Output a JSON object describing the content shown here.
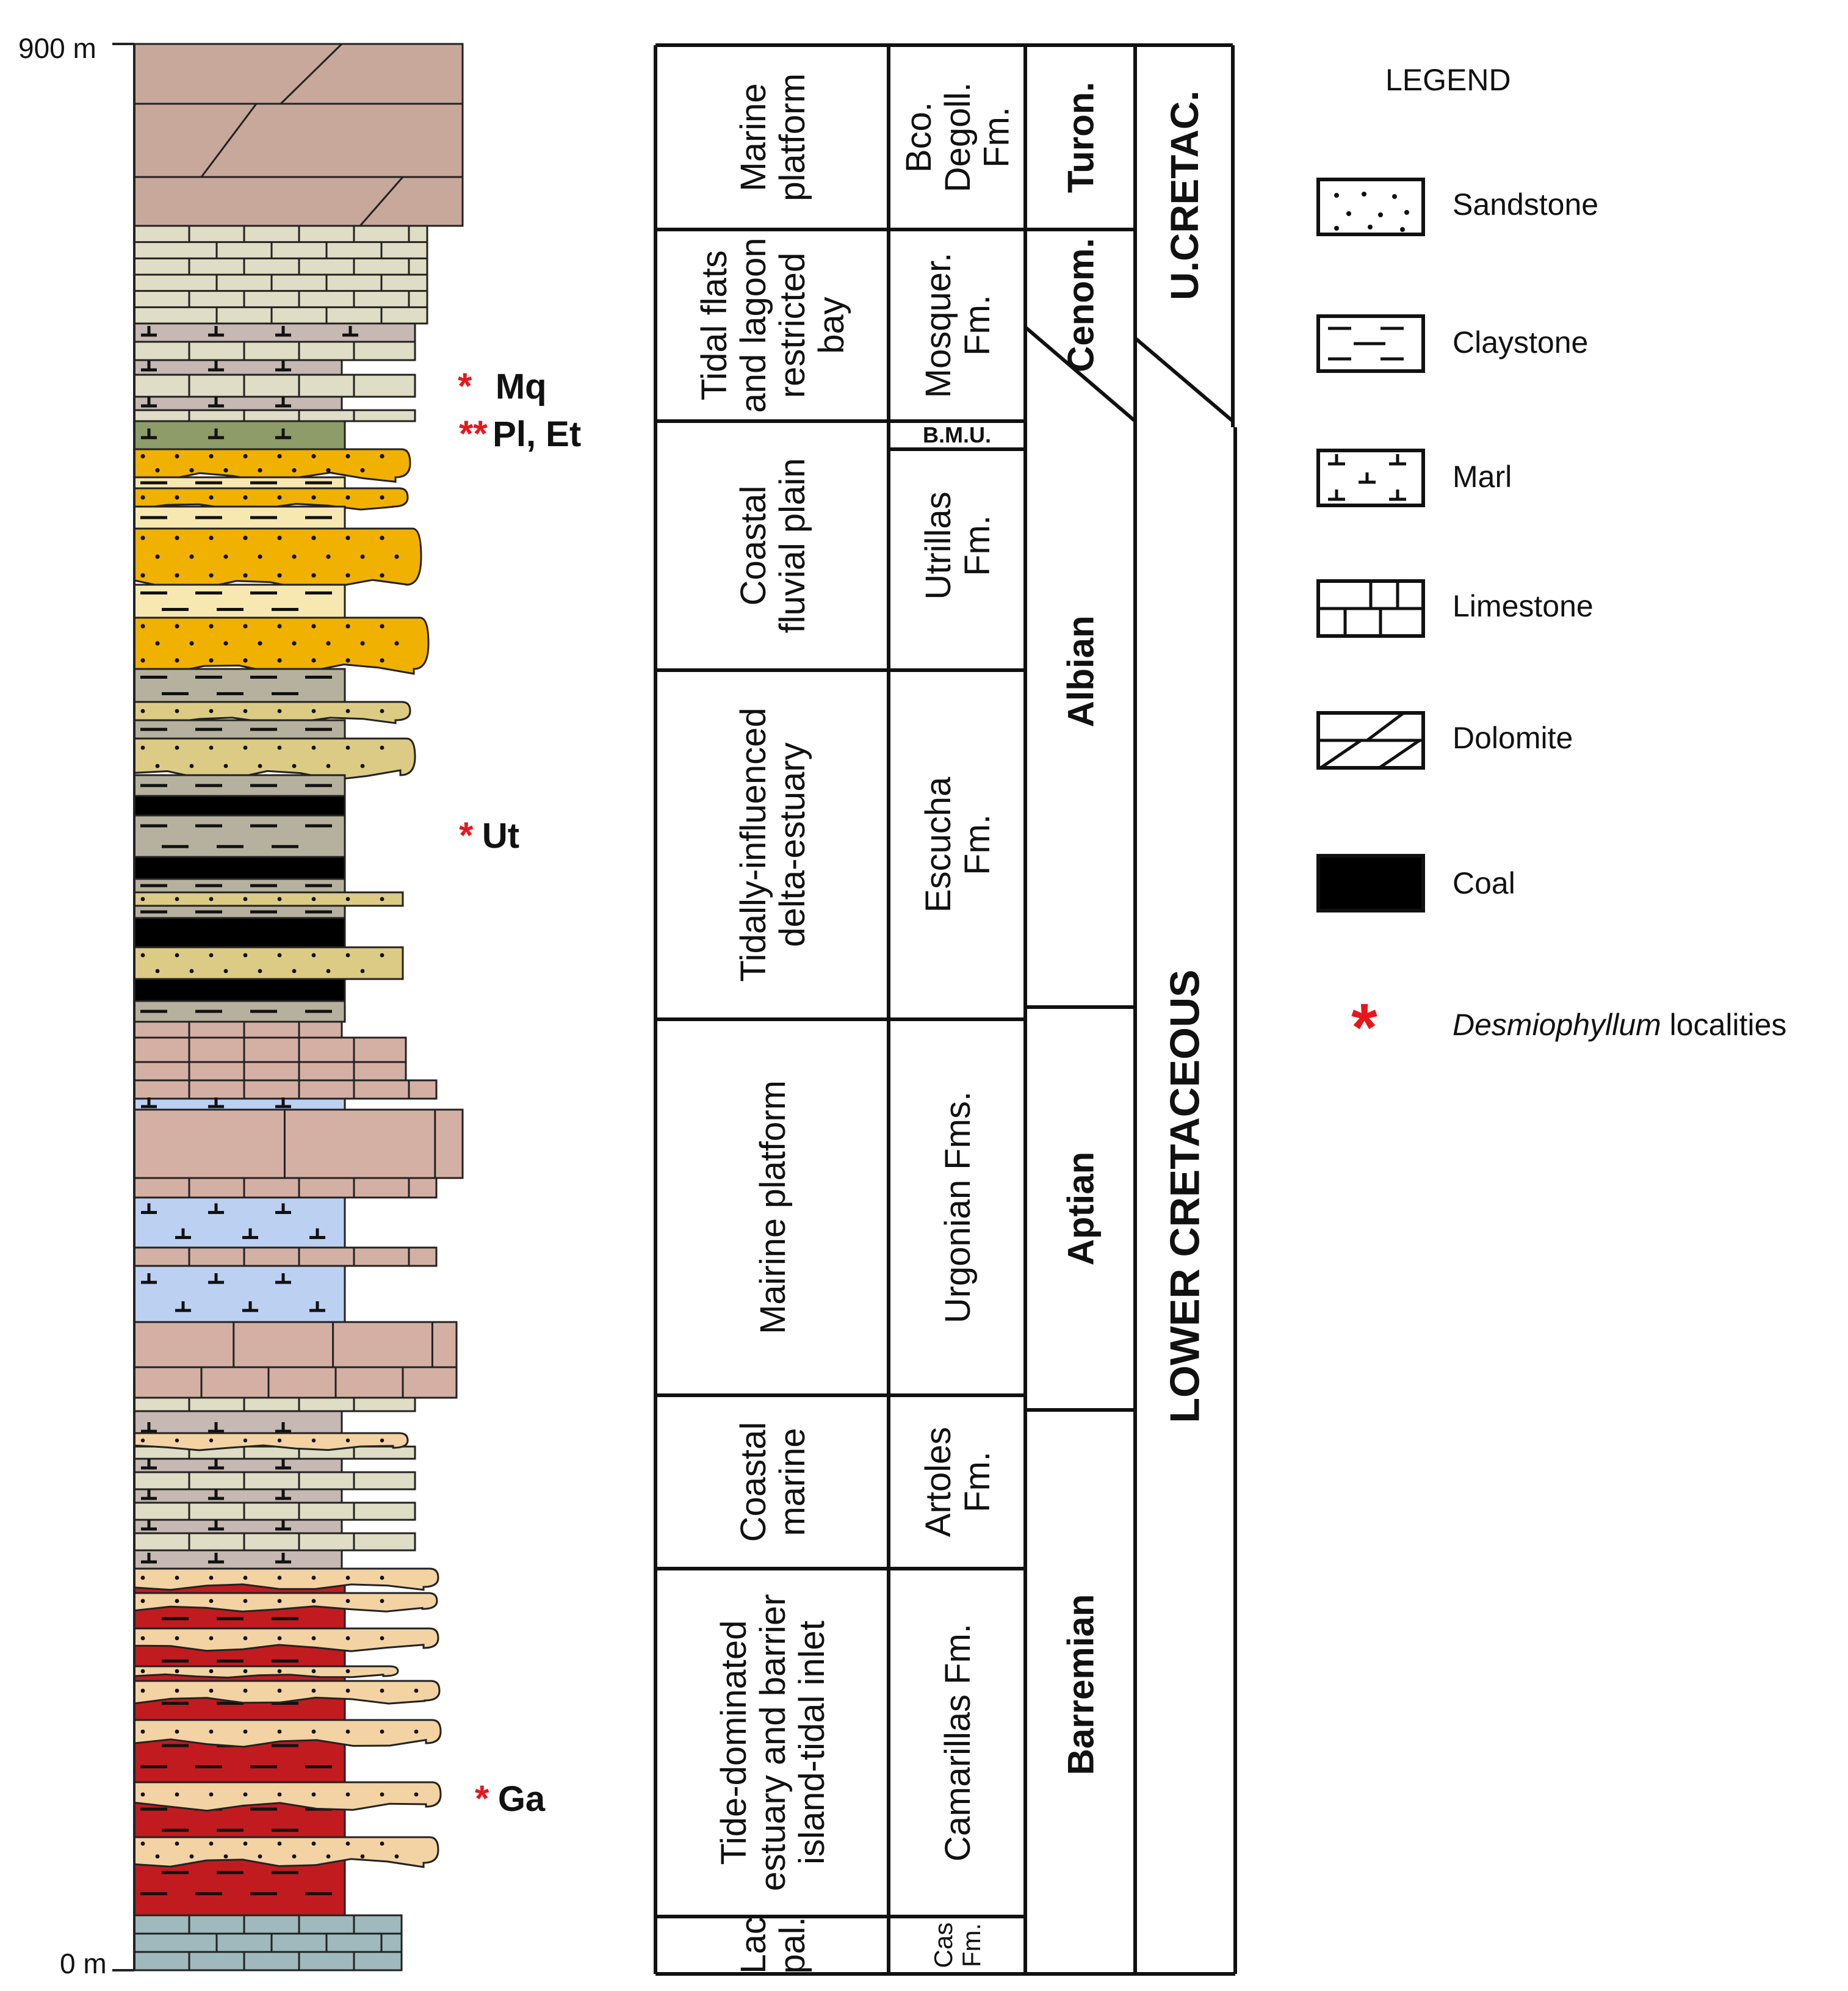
{
  "scale": {
    "top": "900 m",
    "bottom": "0 m"
  },
  "localities": [
    {
      "stars": "*",
      "label": "Mq"
    },
    {
      "stars": "**",
      "label": "Pl, Et"
    },
    {
      "stars": "*",
      "label": "Ut"
    },
    {
      "stars": "*",
      "label": "Ga"
    }
  ],
  "environments": [
    {
      "lines": [
        "Marine",
        "platform"
      ]
    },
    {
      "lines": [
        "Tidal flats",
        "and lagoon",
        "restricted",
        "bay"
      ]
    },
    {
      "lines": [
        "Coastal",
        "fluvial plain"
      ]
    },
    {
      "lines": [
        "Tidally-influenced",
        "delta-estuary"
      ]
    },
    {
      "lines": [
        "Mairine platform"
      ]
    },
    {
      "lines": [
        "Coastal",
        "marine"
      ]
    },
    {
      "lines": [
        "Tide-dominated",
        "estuary and barrier",
        "island-tidal inlet"
      ]
    },
    {
      "lines": [
        "Lac",
        "pal."
      ]
    }
  ],
  "formations": [
    {
      "lines": [
        "Bco.",
        "Degoll.",
        "Fm."
      ]
    },
    {
      "lines": [
        "Mosquer.",
        "Fm."
      ]
    },
    {
      "lines": [
        "B.M.U."
      ]
    },
    {
      "lines": [
        "Utrillas",
        "Fm."
      ]
    },
    {
      "lines": [
        "Escucha",
        "Fm."
      ]
    },
    {
      "lines": [
        "Urgonian Fms."
      ]
    },
    {
      "lines": [
        "Artoles",
        "Fm."
      ]
    },
    {
      "lines": [
        "Camarillas Fm."
      ]
    },
    {
      "lines": [
        "Cas",
        "Fm."
      ]
    }
  ],
  "stages": [
    "Turon.",
    "Cenom.",
    "Albian",
    "Aptian",
    "Barremian"
  ],
  "series": [
    "U.CRETAC.",
    "LOWER CRETACEOUS"
  ],
  "legend": {
    "title": "LEGEND",
    "items": [
      {
        "label": "Sandstone",
        "icon": "sandstone-pattern"
      },
      {
        "label": "Claystone",
        "icon": "claystone-pattern"
      },
      {
        "label": "Marl",
        "icon": "marl-pattern"
      },
      {
        "label": "Limestone",
        "icon": "limestone-pattern"
      },
      {
        "label": "Dolomite",
        "icon": "dolomite-pattern"
      },
      {
        "label": "Coal",
        "icon": "coal-fill"
      }
    ],
    "star_symbol": "*",
    "star_label_italic": "Desmiophyllum",
    "star_label_rest": " localities"
  },
  "colors": {
    "dolomite": "#c8a89a",
    "limestone_cream": "#e0ddc6",
    "marl_grey": "#c6b8b3",
    "marl_green": "#8d9c68",
    "sandstone_orange": "#f0b100",
    "claystone_cream": "#f7e8b2",
    "grey_claystone": "#b6b19e",
    "sand_tan": "#dccb85",
    "coal": "#000000",
    "limestone_pink": "#d4b0a4",
    "marl_blue": "#bcd0f2",
    "red_claystone": "#c11b20",
    "sand_peach": "#f3d3a4",
    "limestone_teal": "#9fb9bd",
    "star": "#e8161b"
  }
}
